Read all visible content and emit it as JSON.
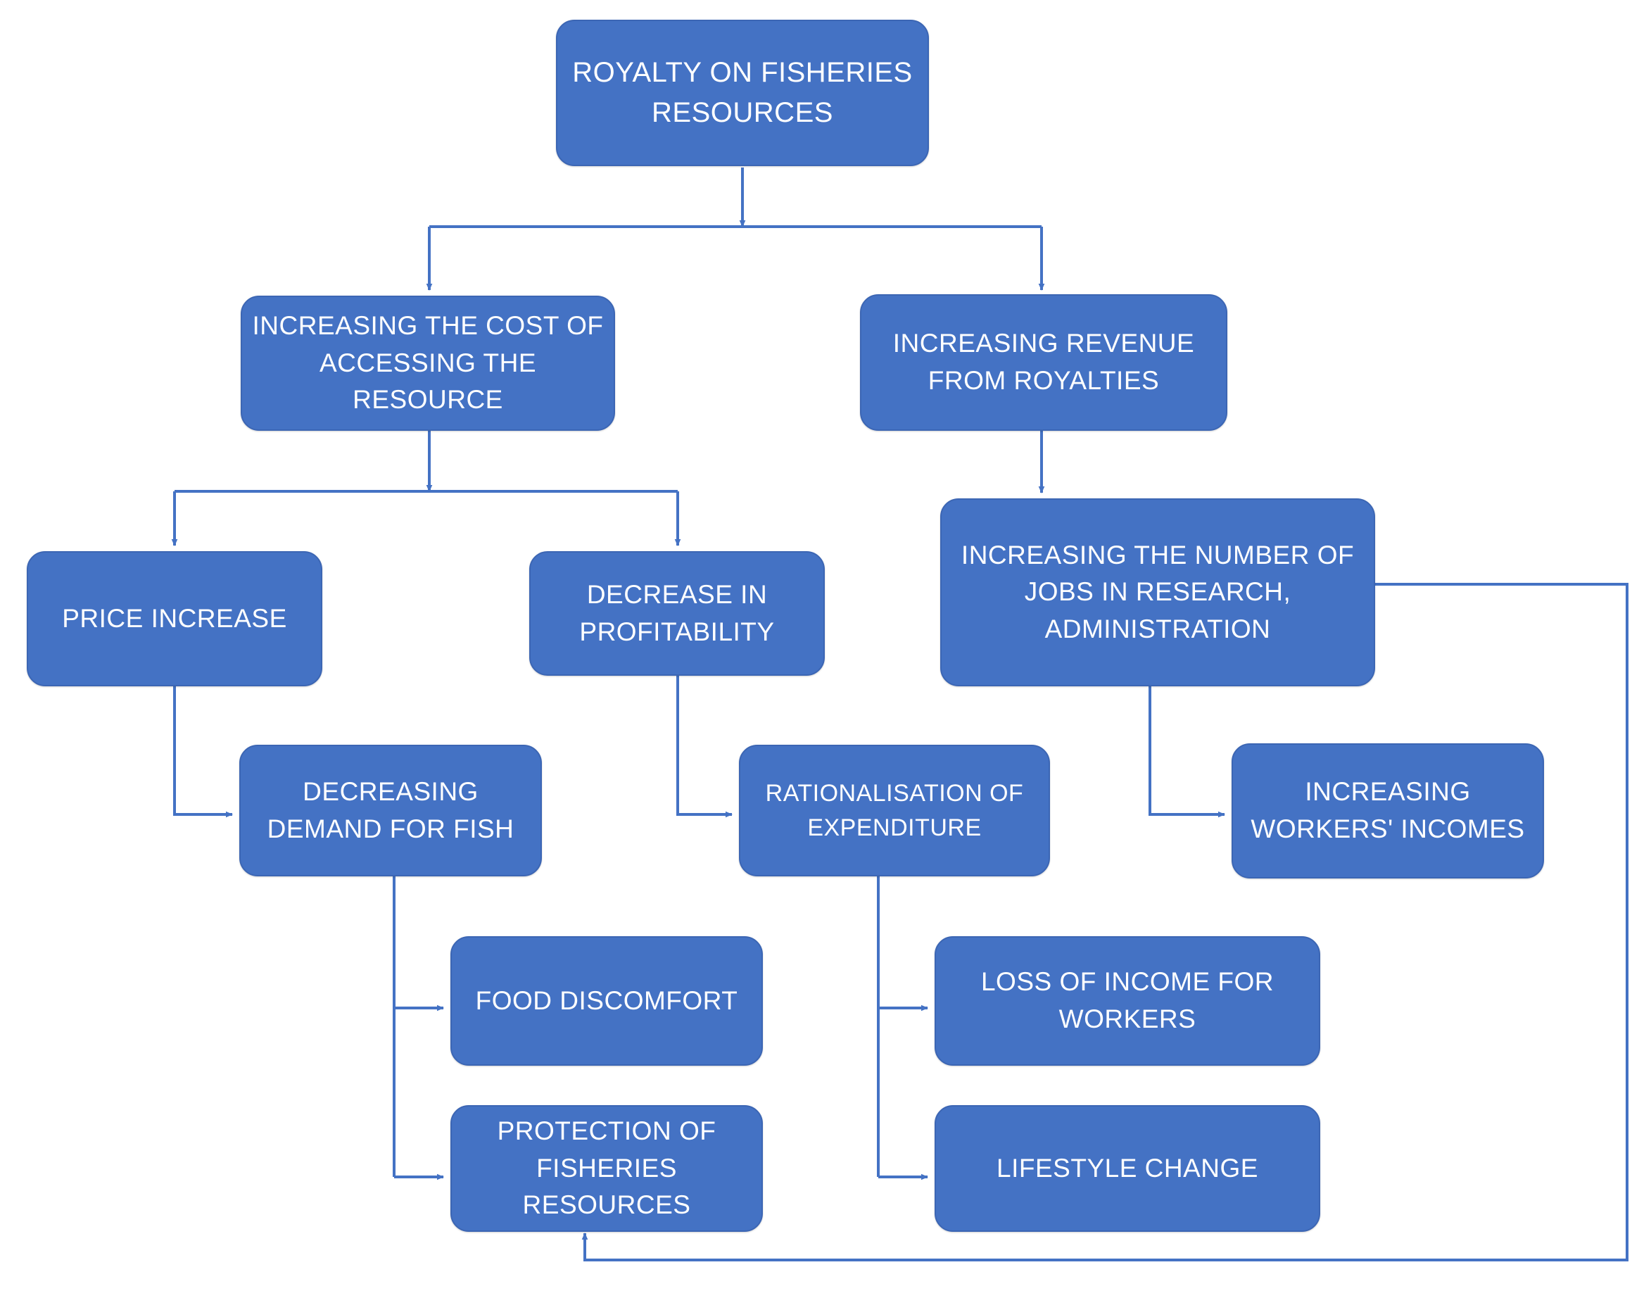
{
  "diagram": {
    "title": "Royalty on fisheries resources impact flowchart",
    "accent_color": "#4472C4",
    "border_color": "#3C66B4",
    "connector_color": "#4472C4",
    "text_color": "#FFFFFF",
    "background_color": "#FFFFFF",
    "nodes": [
      {
        "id": "royalty",
        "label": "ROYALTY ON FISHERIES RESOURCES",
        "level": 1
      },
      {
        "id": "cost",
        "label": "INCREASING THE COST OF ACCESSING THE RESOURCE",
        "level": 2
      },
      {
        "id": "revenue",
        "label": "INCREASING REVENUE FROM ROYALTIES",
        "level": 2
      },
      {
        "id": "price",
        "label": "PRICE INCREASE",
        "level": 3
      },
      {
        "id": "profitability",
        "label": "DECREASE IN PROFITABILITY",
        "level": 3
      },
      {
        "id": "jobs",
        "label": "INCREASING THE NUMBER OF JOBS IN RESEARCH, ADMINISTRATION",
        "level": 3
      },
      {
        "id": "demand",
        "label": "DECREASING DEMAND FOR FISH",
        "level": 4
      },
      {
        "id": "rationalisation",
        "label": "RATIONALISATION OF EXPENDITURE",
        "level": 4
      },
      {
        "id": "incomes",
        "label": "INCREASING WORKERS' INCOMES",
        "level": 4
      },
      {
        "id": "food",
        "label": "FOOD DISCOMFORT",
        "level": 5
      },
      {
        "id": "loss",
        "label": "LOSS OF INCOME FOR WORKERS",
        "level": 5
      },
      {
        "id": "protection",
        "label": "PROTECTION OF FISHERIES RESOURCES",
        "level": 6
      },
      {
        "id": "lifestyle",
        "label": "LIFESTYLE CHANGE",
        "level": 6
      }
    ],
    "edges": [
      {
        "from": "royalty",
        "to": "cost"
      },
      {
        "from": "royalty",
        "to": "revenue"
      },
      {
        "from": "cost",
        "to": "price"
      },
      {
        "from": "cost",
        "to": "profitability"
      },
      {
        "from": "revenue",
        "to": "jobs"
      },
      {
        "from": "price",
        "to": "demand"
      },
      {
        "from": "profitability",
        "to": "rationalisation"
      },
      {
        "from": "jobs",
        "to": "incomes"
      },
      {
        "from": "jobs",
        "to": "protection"
      },
      {
        "from": "demand",
        "to": "food"
      },
      {
        "from": "demand",
        "to": "protection"
      },
      {
        "from": "rationalisation",
        "to": "loss"
      },
      {
        "from": "rationalisation",
        "to": "lifestyle"
      }
    ]
  }
}
